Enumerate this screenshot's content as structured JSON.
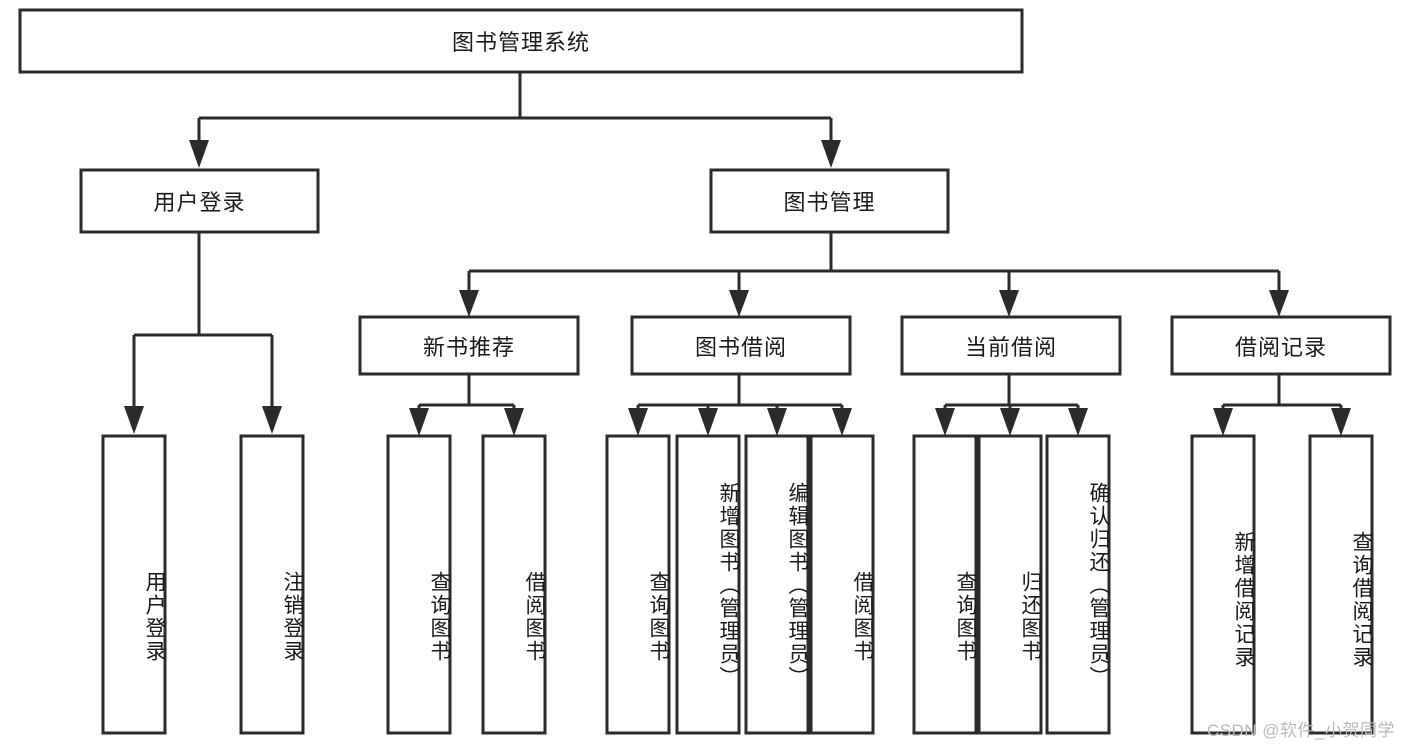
{
  "diagram": {
    "type": "tree",
    "title": "图书管理系统",
    "watermark": "CSDN @软件_小贺同学",
    "colors": {
      "background": "#ffffff",
      "box_stroke": "#2b2b2b",
      "box_fill": "#ffffff",
      "text": "#1a1a1a",
      "watermark": "#b9b9b9"
    },
    "levels": {
      "root": {
        "label": "图书管理系统",
        "orientation": "horizontal"
      },
      "level1": [
        {
          "label": "用户登录",
          "orientation": "horizontal"
        },
        {
          "label": "图书管理",
          "orientation": "horizontal"
        }
      ],
      "level2": [
        {
          "label": "新书推荐",
          "orientation": "horizontal",
          "parent": "图书管理"
        },
        {
          "label": "图书借阅",
          "orientation": "horizontal",
          "parent": "图书管理"
        },
        {
          "label": "当前借阅",
          "orientation": "horizontal",
          "parent": "图书管理"
        },
        {
          "label": "借阅记录",
          "orientation": "horizontal",
          "parent": "图书管理"
        }
      ],
      "leaves": [
        {
          "label": "用户登录",
          "orientation": "vertical",
          "parent": "用户登录"
        },
        {
          "label": "注销登录",
          "orientation": "vertical",
          "parent": "用户登录"
        },
        {
          "label": "查询图书",
          "orientation": "vertical",
          "parent": "新书推荐"
        },
        {
          "label": "借阅图书",
          "orientation": "vertical",
          "parent": "新书推荐"
        },
        {
          "label": "查询图书",
          "orientation": "vertical",
          "parent": "图书借阅"
        },
        {
          "label": "新增图书（管理员）",
          "orientation": "vertical",
          "parent": "图书借阅"
        },
        {
          "label": "编辑图书（管理员）",
          "orientation": "vertical",
          "parent": "图书借阅"
        },
        {
          "label": "借阅图书",
          "orientation": "vertical",
          "parent": "图书借阅"
        },
        {
          "label": "查询图书",
          "orientation": "vertical",
          "parent": "当前借阅"
        },
        {
          "label": "归还图书",
          "orientation": "vertical",
          "parent": "当前借阅"
        },
        {
          "label": "确认归还（管理员）",
          "orientation": "vertical",
          "parent": "当前借阅"
        },
        {
          "label": "新增借阅记录",
          "orientation": "vertical",
          "parent": "借阅记录"
        },
        {
          "label": "查询借阅记录",
          "orientation": "vertical",
          "parent": "借阅记录"
        }
      ]
    }
  }
}
